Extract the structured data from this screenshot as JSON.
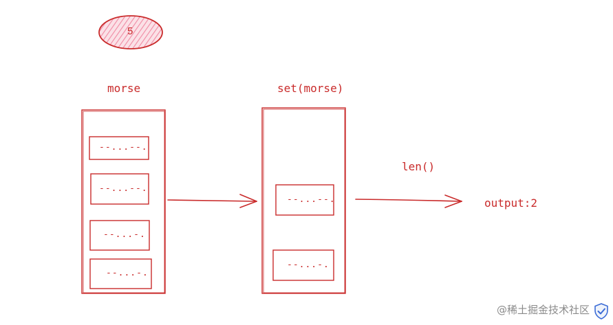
{
  "badge": {
    "value": "5"
  },
  "left_panel": {
    "title": "morse",
    "items": [
      "--...--.",
      "--...--.",
      "--...-.",
      "--...-."
    ]
  },
  "right_panel": {
    "title": "set(morse)",
    "items": [
      "--...--.",
      "--...-."
    ]
  },
  "operation_label": "len()",
  "output_label": "output:2",
  "watermark": "@稀土掘金技术社区",
  "colors": {
    "stroke": "#c92a2a",
    "badge_fill": "#f3a6b8",
    "watermark": "#8a8a8a"
  },
  "icons": {
    "watermark_badge": "shield-check-icon"
  }
}
